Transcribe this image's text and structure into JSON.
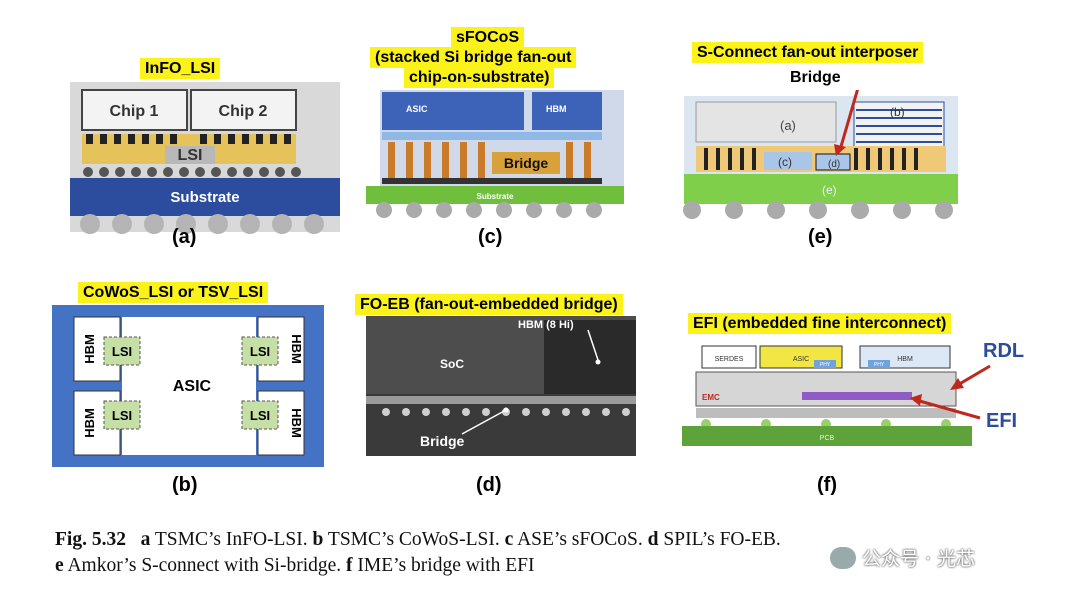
{
  "panels": {
    "a": {
      "title": "InFO_LSI",
      "label": "(a)",
      "chip1": "Chip 1",
      "chip2": "Chip 2",
      "lsi": "LSI",
      "substrate": "Substrate"
    },
    "b": {
      "title": "CoWoS_LSI or TSV_LSI",
      "label": "(b)",
      "hbm": "HBM",
      "lsi": "LSI",
      "asic": "ASIC"
    },
    "c": {
      "title_line1": "sFOCoS",
      "title_line2": "(stacked Si bridge fan-out",
      "title_line3": "chip-on-substrate)",
      "label": "(c)",
      "asic": "ASIC",
      "hbm": "HBM",
      "bridge": "Bridge",
      "substrate": "Substrate"
    },
    "d": {
      "title": "FO-EB (fan-out-embedded bridge)",
      "label": "(d)",
      "hbm": "HBM (8 Hi)",
      "soc": "SoC",
      "bridge": "Bridge"
    },
    "e": {
      "title": "S-Connect fan-out interposer",
      "label": "(e)",
      "bridge": "Bridge",
      "a": "(a)",
      "b": "(b)",
      "c": "(c)",
      "d": "(d)",
      "e": "(e)"
    },
    "f": {
      "title": "EFI (embedded fine interconnect)",
      "label": "(f)",
      "serdes": "SERDES",
      "asic": "ASIC",
      "hbm": "HBM",
      "phy": "PHY",
      "emc": "EMC",
      "pcb": "PCB",
      "rdl": "RDL",
      "efi": "EFI"
    }
  },
  "caption": {
    "fig": "Fig. 5.32",
    "a_key": "a",
    "a_text": "TSMC’s InFO-LSI.",
    "b_key": "b",
    "b_text": "TSMC’s CoWoS-LSI.",
    "c_key": "c",
    "c_text": "ASE’s sFOCoS.",
    "d_key": "d",
    "d_text": "SPIL’s FO-EB.",
    "e_key": "e",
    "e_text": "Amkor’s S-connect with Si-bridge.",
    "f_key": "f",
    "f_text": "IME’s bridge with EFI"
  },
  "watermark": "公众号 · 光芯",
  "colors": {
    "tag": "#fbf21a",
    "substrate_blue": "#2c4c9e",
    "panel_b_blue": "#4472c4",
    "lsi_green": "#c6dfa7",
    "green_substrate": "#6fbf3c",
    "arrow_red": "#c0281e"
  }
}
